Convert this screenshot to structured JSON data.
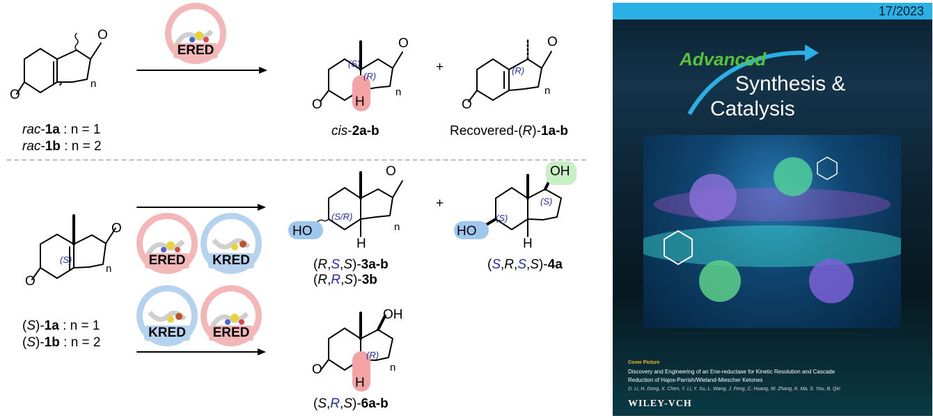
{
  "top": {
    "reactant_label_1": {
      "prefix": "rac",
      "compound": "1a",
      "suffix": " : n = 1"
    },
    "reactant_label_2": {
      "prefix": "rac",
      "compound": "1b",
      "suffix": " : n = 2"
    },
    "enzyme": "ERED",
    "product_label": {
      "prefix": "cis",
      "compound": "2a-b"
    },
    "recovered_label": {
      "prefix": "Recovered-(",
      "config": "R",
      "mid": ")-",
      "compound": "1a-b"
    },
    "plus": "+"
  },
  "bottom": {
    "reactant_label_1": {
      "open": "(",
      "config": "S",
      "close": ")-",
      "compound": "1a",
      "suffix": " : n = 1"
    },
    "reactant_label_2": {
      "open": "(",
      "config": "S",
      "close": ")-",
      "compound": "1b",
      "suffix": " : n = 2"
    },
    "enzymes_row1": [
      "ERED",
      "KRED"
    ],
    "enzymes_row2": [
      "KRED",
      "ERED"
    ],
    "product_3_line1": {
      "a": "(",
      "b": "R",
      "c": ",",
      "d": "S",
      "e": ",",
      "f": "S",
      "g": ")-",
      "compound": "3a-b"
    },
    "product_3_line2": {
      "a": "(",
      "b": "R",
      "c": ",",
      "d": "R",
      "e": ",",
      "f": "S",
      "g": ")-",
      "compound": "3b"
    },
    "product_4": {
      "a": "(",
      "b": "S",
      "c": ",",
      "d": "R",
      "e": ",",
      "f": "S",
      "g": ",",
      "h": "S",
      "i": ")-",
      "compound": "4a"
    },
    "product_6": {
      "a": "(",
      "b": "S",
      "c": ",",
      "d": "R",
      "e": ",",
      "f": "S",
      "g": ")-",
      "compound": "6a-b"
    },
    "plus": "+"
  },
  "structure_text": {
    "O": "O",
    "OH": "OH",
    "H": "H",
    "HO": "HO",
    "n": "n",
    "S": "(S)",
    "R": "(R)",
    "SR": "(S/R)"
  },
  "cover": {
    "issue": "17/2023",
    "brand": "Advanced",
    "title_line1": "Synthesis &",
    "title_line2": "Catalysis",
    "section": "Cover Picture",
    "headline_1": "Discovery and Engineering of an Ene-reductase for Kinetic Resolution and Cascade",
    "headline_2": "Reduction of Hajos-Parrish/Wieland-Miescher Ketones",
    "authors": "D. Li, H. Dong, X. Chen, Y. Li, Y. Xu, L. Wang, J. Feng, C. Huang, W. Zhang, K. Ma, S. You, B. Qin",
    "publisher": "WILEY-VCH"
  },
  "colors": {
    "ered_badge": "#f4b7b7",
    "kred_badge": "#b5d3ef",
    "stereo_blue": "#1f2fb5",
    "highlight_red": "#f3a3a3",
    "highlight_blue": "#9fc6ec",
    "highlight_green": "#c9efc4",
    "cover_band": "#2bb0e6",
    "cover_brand_green": "#58c23a"
  }
}
